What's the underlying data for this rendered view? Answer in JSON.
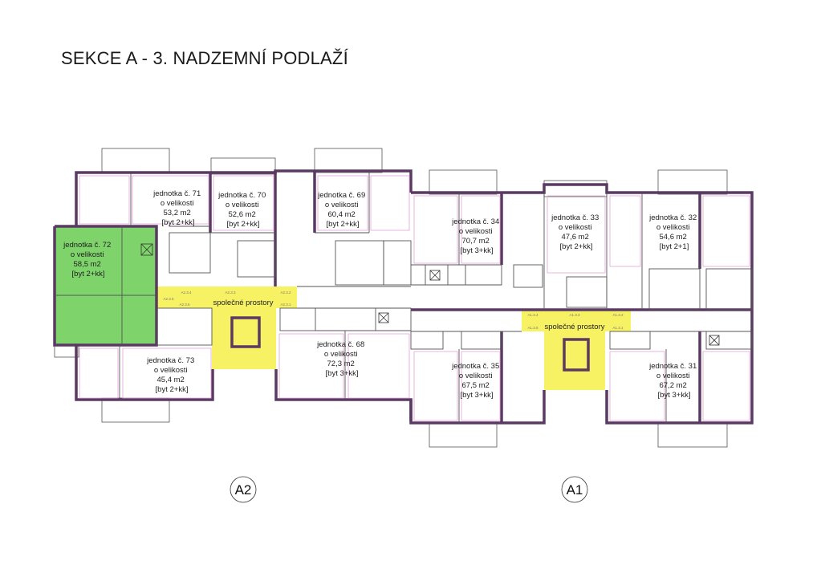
{
  "title": "SEKCE A - 3. NADZEMNÍ PODLAŽÍ",
  "colors": {
    "wall": "#5a3a63",
    "pink_line": "#e3a3d8",
    "highlight_unit": "#7ed36a",
    "common_area": "#f7f264",
    "thin_line": "#555555"
  },
  "units": [
    {
      "id": "71",
      "lines": [
        "jednotka č. 71",
        "o velikosti",
        "53,2 m2",
        "[byt 2+kk]"
      ]
    },
    {
      "id": "70",
      "lines": [
        "jednotka č. 70",
        "o velikosti",
        "52,6 m2",
        "[byt 2+kk]"
      ]
    },
    {
      "id": "69",
      "lines": [
        "jednotka č. 69",
        "o velikosti",
        "60,4 m2",
        "[byt 2+kk]"
      ]
    },
    {
      "id": "72",
      "lines": [
        "jednotka č. 72",
        "o velikosti",
        "58,5 m2",
        "[byt 2+kk]"
      ],
      "highlighted": true
    },
    {
      "id": "73",
      "lines": [
        "jednotka č. 73",
        "o velikosti",
        "45,4 m2",
        "[byt 2+kk]"
      ]
    },
    {
      "id": "68",
      "lines": [
        "jednotka č. 68",
        "o velikosti",
        "72,3 m2",
        "[byt 3+kk]"
      ]
    },
    {
      "id": "34",
      "lines": [
        "jednotka č. 34",
        "o velikosti",
        "70,7 m2",
        "[byt 3+kk]"
      ]
    },
    {
      "id": "33",
      "lines": [
        "jednotka č. 33",
        "o velikosti",
        "47,6 m2",
        "[byt 2+kk]"
      ]
    },
    {
      "id": "32",
      "lines": [
        "jednotka č. 32",
        "o velikosti",
        "54,6 m2",
        "[byt 2+1]"
      ]
    },
    {
      "id": "35",
      "lines": [
        "jednotka č. 35",
        "o velikosti",
        "67,5 m2",
        "[byt 3+kk]"
      ]
    },
    {
      "id": "31",
      "lines": [
        "jednotka č. 31",
        "o velikosti",
        "67,2 m2",
        "[byt 3+kk]"
      ]
    }
  ],
  "common_areas": [
    {
      "id": "A2",
      "label": "společné prostory"
    },
    {
      "id": "A1",
      "label": "společné prostory"
    }
  ],
  "room_codes": {
    "a2": [
      "A2.3.4",
      "A2.3.3",
      "A2.3.2",
      "A2.3.5",
      "A2.3.6",
      "A2.3.1"
    ],
    "a1": [
      "A1.3.4",
      "A1.3.3",
      "A1.3.2",
      "A1.3.5",
      "A1.3.1"
    ]
  },
  "sections": [
    {
      "id": "A2",
      "label": "A2"
    },
    {
      "id": "A1",
      "label": "A1"
    }
  ]
}
